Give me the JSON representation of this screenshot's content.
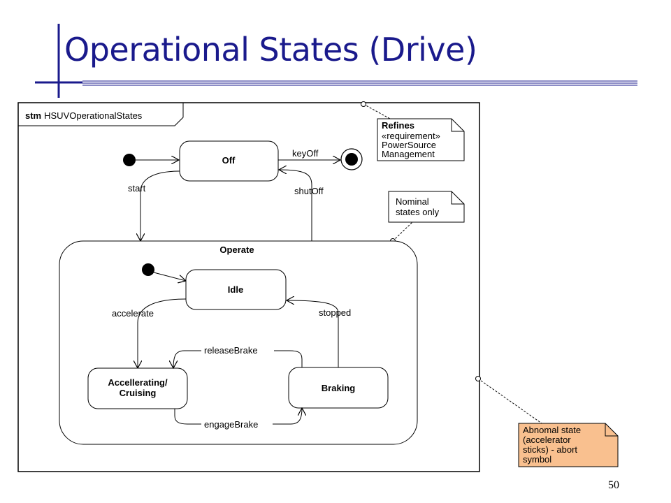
{
  "slide": {
    "title": "Operational States (Drive)",
    "page_number": "50"
  },
  "diagram": {
    "frame": {
      "kind": "stm",
      "name": "HSUVOperationalStates"
    },
    "states": {
      "off": "Off",
      "operate": "Operate",
      "idle": "Idle",
      "accelerating": [
        "Accellerating/",
        "Cruising"
      ],
      "braking": "Braking"
    },
    "transitions": {
      "key_off": "keyOff",
      "start": "start",
      "shut_off": "shutOff",
      "accelerate": "accelerate",
      "stopped": "stopped",
      "release_brake": "releaseBrake",
      "engage_brake": "engageBrake"
    },
    "notes": {
      "refines": {
        "title": "Refines",
        "lines": [
          "«requirement»",
          "PowerSource",
          "Management"
        ]
      },
      "nominal": {
        "lines": [
          "Nominal",
          "states only"
        ]
      },
      "abnormal": {
        "lines": [
          "Abnomal state",
          "(accelerator",
          "sticks) - abort",
          "symbol"
        ],
        "fill": "#f9c08f"
      }
    }
  },
  "colors": {
    "title": "#1a1a8c",
    "accent_line": "#1a1a8c",
    "abnormal_note_fill": "#f9c08f"
  }
}
